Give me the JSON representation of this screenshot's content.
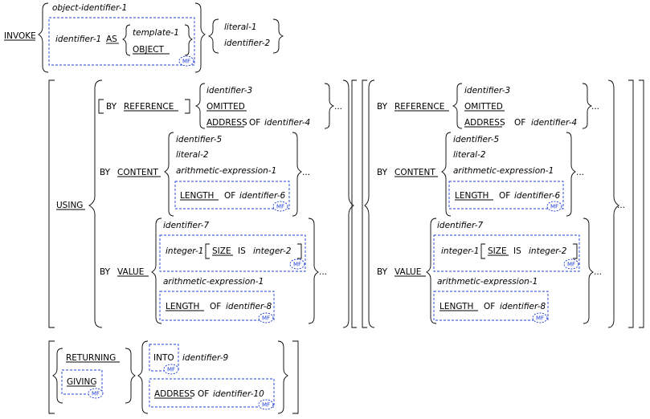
{
  "colors": {
    "ink": "#000000",
    "mf_marker": "#1d3dd6",
    "background": "#ffffff"
  },
  "mf_badge": "MF",
  "ellipsis": "...",
  "invoke": {
    "keyword": "INVOKE",
    "target_object": "object-identifier-1",
    "target_identifier": "identifier-1",
    "as_keyword": "AS",
    "template": "template-1",
    "object_keyword": "OBJECT",
    "method_literal": "literal-1",
    "method_identifier": "identifier-2"
  },
  "using": {
    "keyword": "USING",
    "by": "BY",
    "reference_keyword": "REFERENCE",
    "omitted_keyword": "OMITTED",
    "address_keyword": "ADDRESS",
    "of": "OF",
    "content_keyword": "CONTENT",
    "value_keyword": "VALUE",
    "length_keyword": "LENGTH",
    "size_keyword": "SIZE",
    "is": "IS",
    "identifier_3": "identifier-3",
    "identifier_4": "identifier-4",
    "identifier_5": "identifier-5",
    "literal_2": "literal-2",
    "arith_1": "arithmetic-expression-1",
    "identifier_6": "identifier-6",
    "identifier_7": "identifier-7",
    "integer_1": "integer-1",
    "integer_2": "integer-2",
    "identifier_8": "identifier-8"
  },
  "returning": {
    "returning_keyword": "RETURNING",
    "giving_keyword": "GIVING",
    "into_keyword": "INTO",
    "identifier_9": "identifier-9",
    "address_keyword": "ADDRESS",
    "of": "OF",
    "identifier_10": "identifier-10"
  }
}
